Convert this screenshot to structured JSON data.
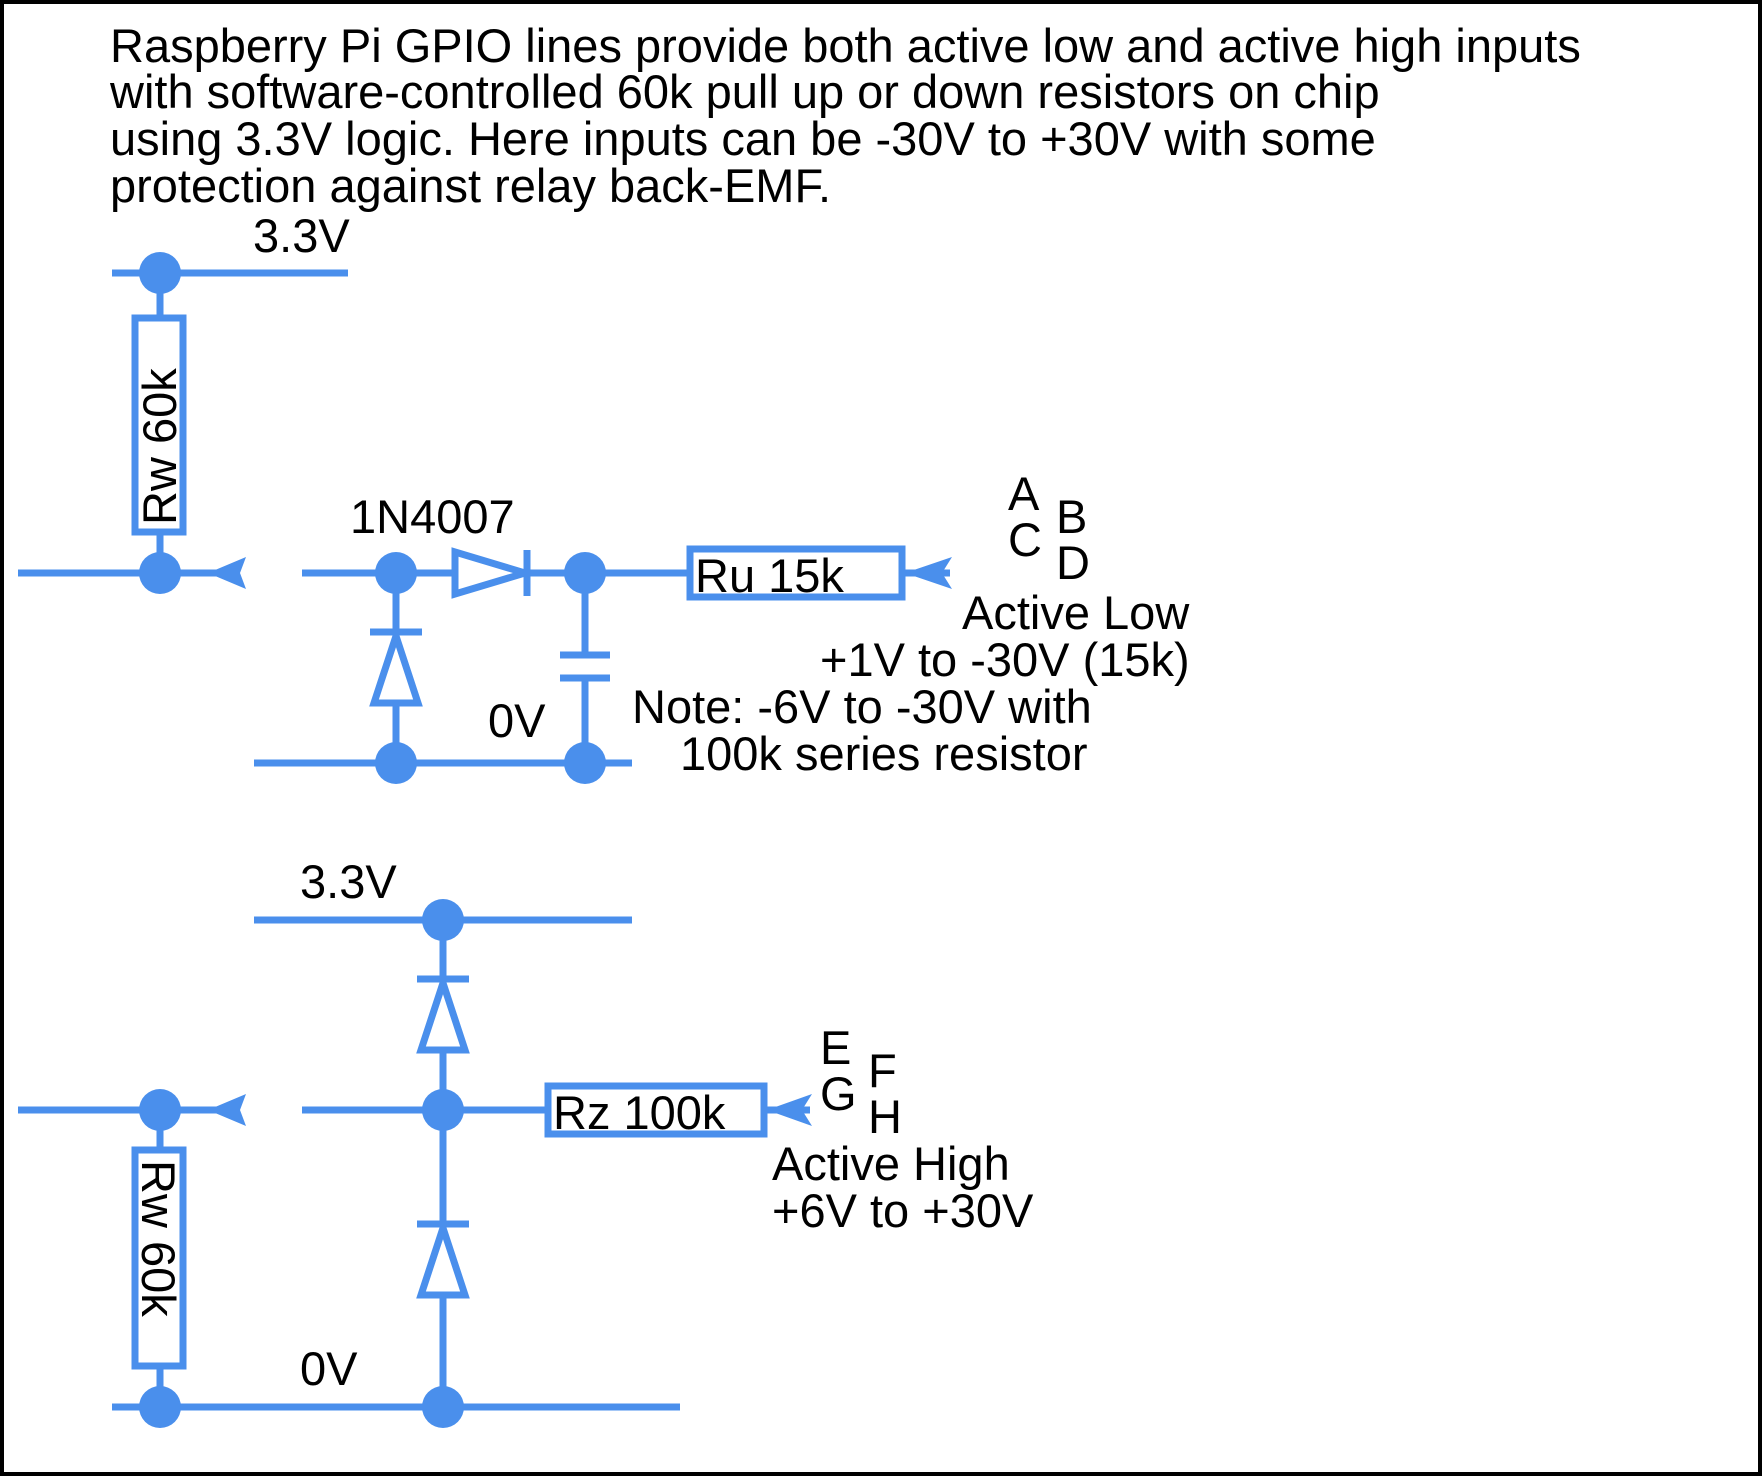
{
  "description": [
    "Raspberry Pi GPIO lines provide both active low and active high inputs",
    "with software-controlled 60k pull up or down resistors on chip",
    "using 3.3V logic. Here inputs can be -30V to +30V with some",
    "protection against relay back-EMF."
  ],
  "active_low_circuit": {
    "supply_label": "3.3V",
    "ground_label": "0V",
    "pullup_resistor": "Rw 60k",
    "diode_label": "1N4007",
    "series_resistor": "Ru 15k",
    "input_letters": [
      "A",
      "B",
      "C",
      "D"
    ],
    "mode_label": "Active Low",
    "range_label": "+1V to -30V (15k)",
    "note_line1": "Note: -6V to -30V with",
    "note_line2": "100k series resistor"
  },
  "active_high_circuit": {
    "supply_label": "3.3V",
    "ground_label": "0V",
    "pulldown_resistor": "Rw 60k",
    "series_resistor": "Rz 100k",
    "input_letters": [
      "E",
      "F",
      "G",
      "H"
    ],
    "mode_label": "Active High",
    "range_label": "+6V to +30V"
  },
  "colors": {
    "wire": "#4a8fec",
    "text": "#000000",
    "border": "#000000",
    "background": "#ffffff"
  }
}
